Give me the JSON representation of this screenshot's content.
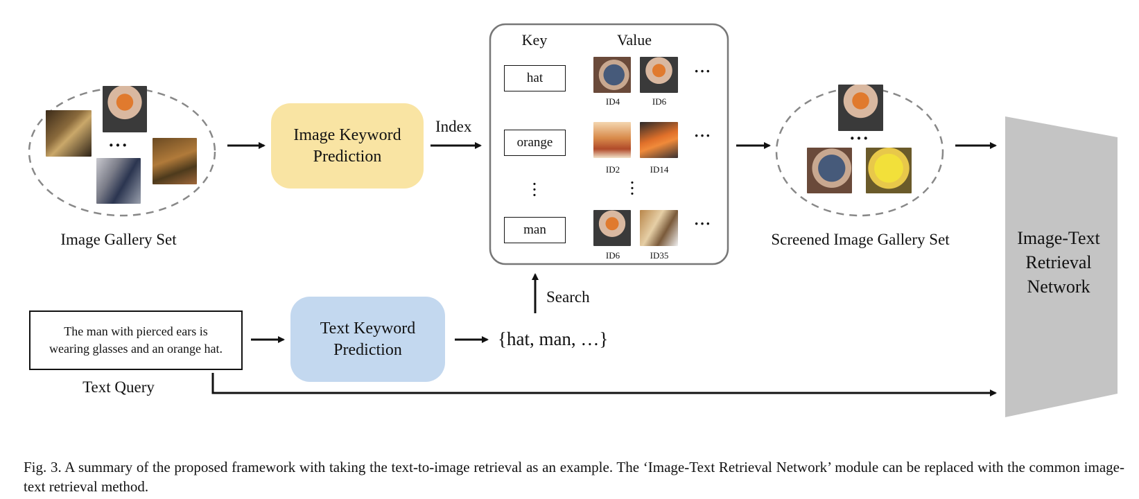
{
  "gallery": {
    "label": "Image Gallery Set"
  },
  "image_keyword": {
    "label_line1": "Image Keyword",
    "label_line2": "Prediction",
    "color": "#f9e4a3"
  },
  "index_label": "Index",
  "kv_table": {
    "key_header": "Key",
    "value_header": "Value",
    "rows": [
      {
        "key": "hat",
        "ids": [
          "ID4",
          "ID6"
        ]
      },
      {
        "key": "orange",
        "ids": [
          "ID2",
          "ID14"
        ]
      },
      {
        "key": "man",
        "ids": [
          "ID6",
          "ID35"
        ]
      }
    ]
  },
  "screened": {
    "label": "Screened Image Gallery Set"
  },
  "retrieval_network": {
    "line1": "Image-Text",
    "line2": "Retrieval",
    "line3": "Network",
    "color": "#c4c4c4"
  },
  "text_query": {
    "line1": "The man with pierced ears is",
    "line2": "wearing glasses and an orange hat.",
    "label": "Text Query"
  },
  "text_keyword": {
    "label_line1": "Text Keyword",
    "label_line2": "Prediction",
    "color": "#c3d8ef"
  },
  "keywords_result": "{hat, man, …}",
  "search_label": "Search",
  "ellipsis": "···",
  "caption": {
    "text": "Fig. 3.  A summary of the proposed framework with taking the text-to-image retrieval as an example. The ‘Image-Text Retrieval Network’ module can be replaced with the common image-text retrieval method."
  }
}
